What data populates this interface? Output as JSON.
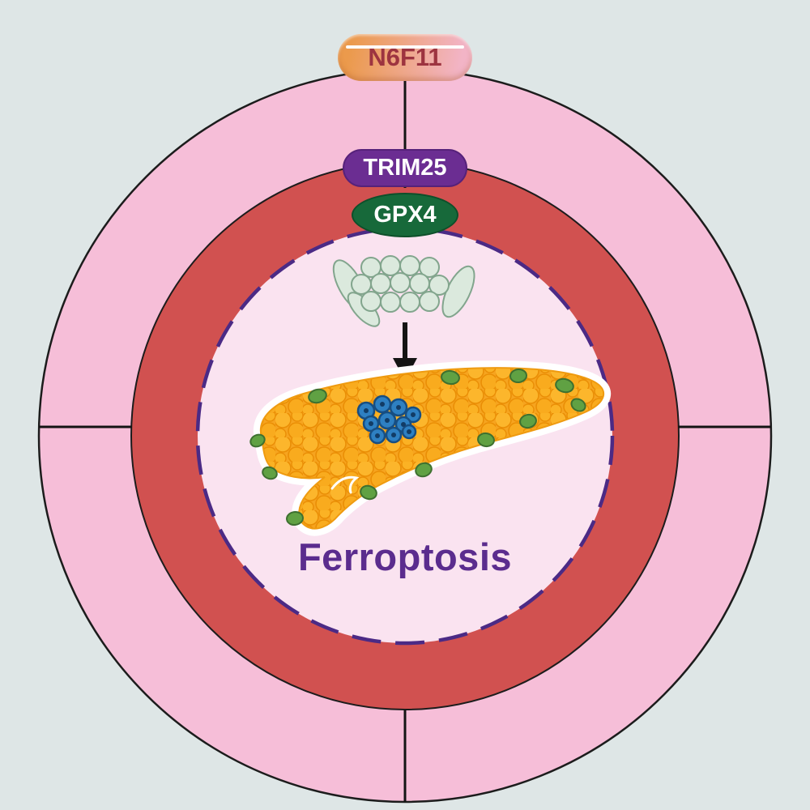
{
  "figure": {
    "labels": {
      "compound": "N6F11",
      "e3_ligase": "TRIM25",
      "target_protein": "GPX4",
      "outcome": "Ferroptosis"
    },
    "colors": {
      "background": "#dee6e6",
      "outer_ring_pink": "#f6bed8",
      "middle_ring_red": "#d15150",
      "inner_circle_pink": "#fae3f0",
      "inner_circle_border_purple": "#4b2a85",
      "compound_capsule_orange": "#eb9a4c",
      "compound_capsule_pink": "#f2b4c6",
      "compound_text": "#9d3440",
      "e3_ligase_pill_purple": "#6b2d92",
      "target_oval_green": "#17693a",
      "protein_complex_green": "#dbe9dd",
      "pancreas_orange": "#f6a41f",
      "islet_cells_blue": "#2e80c2",
      "peripheral_cells_green": "#60a143",
      "outcome_text_purple": "#5b2c8e",
      "connector_lines_black": "#141414"
    },
    "icons": {
      "protein_complex": "proteasome-barrel-icon",
      "organ": "pancreas-icon",
      "arrow": "down-arrow-icon",
      "capsule": "drug-capsule-icon"
    }
  }
}
